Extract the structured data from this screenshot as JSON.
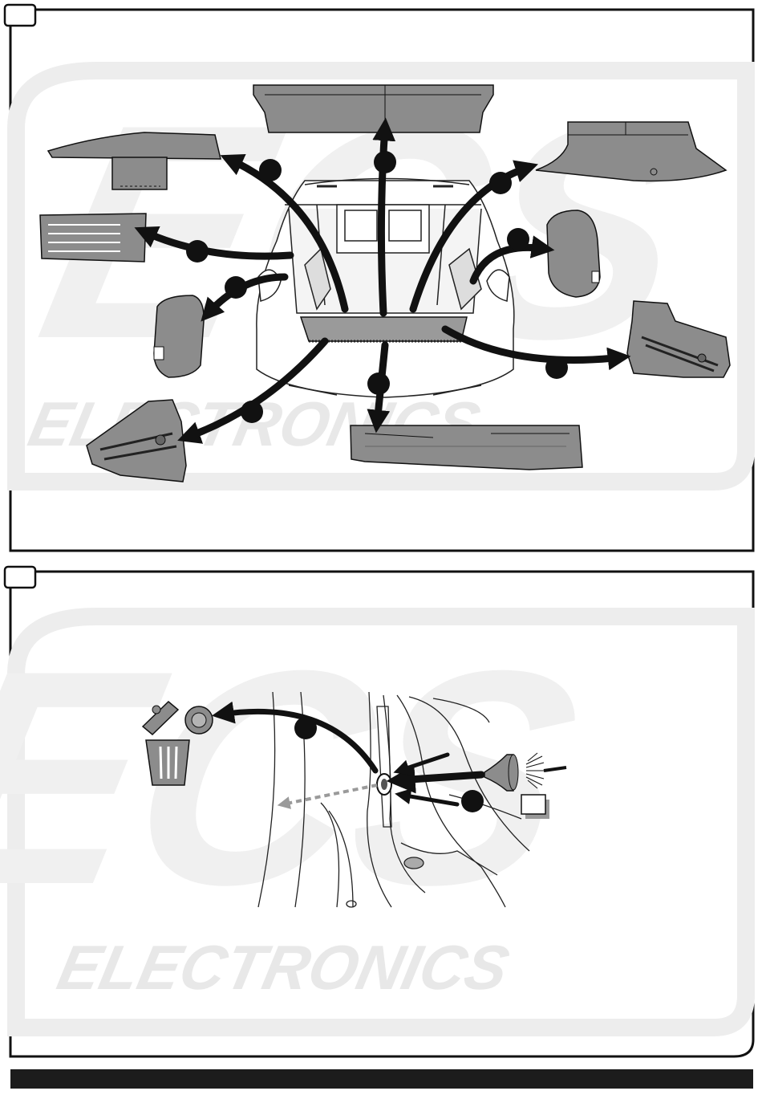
{
  "watermark": {
    "logo_text": "ECS",
    "tagline": "ELECTRONICS",
    "color": "#ececec"
  },
  "panel_top": {
    "step_number": "",
    "callouts": [
      {
        "id": "hat-shelf",
        "label": ""
      },
      {
        "id": "top-trim",
        "label": ""
      },
      {
        "id": "tonneau-cover",
        "label": ""
      },
      {
        "id": "left-side-trim",
        "label": ""
      },
      {
        "id": "right-side-panel",
        "label": ""
      },
      {
        "id": "left-side-panel",
        "label": ""
      },
      {
        "id": "right-jack-tray",
        "label": ""
      },
      {
        "id": "sill-trim",
        "label": ""
      },
      {
        "id": "left-jack-tray",
        "label": ""
      }
    ]
  },
  "panel_bottom": {
    "step_number": "",
    "callouts": [
      {
        "id": "plug-removal",
        "label": ""
      },
      {
        "id": "grommet-insert",
        "label": ""
      }
    ],
    "checkbox_label": ""
  },
  "colors": {
    "line": "#1a1a1a",
    "part_fill": "#8c8c8c",
    "part_fill_light": "#a8a8a8",
    "arrow": "#111111",
    "footer_bar": "#1c1c1c"
  }
}
